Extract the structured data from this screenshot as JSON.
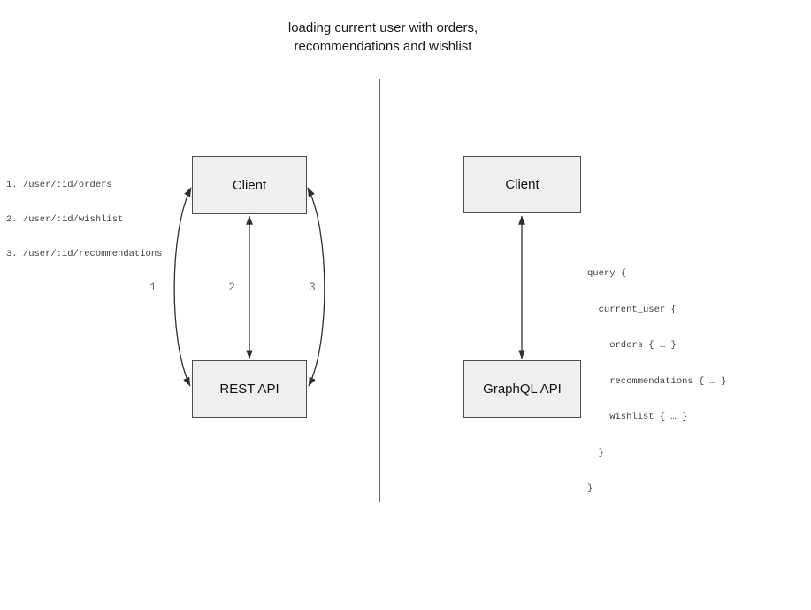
{
  "title": {
    "line1": "loading current user with orders,",
    "line2": "recommendations and wishlist"
  },
  "rest_panel": {
    "client_label": "Client",
    "api_label": "REST API",
    "endpoints": [
      "1. /user/:id/orders",
      "2. /user/:id/wishlist",
      "3. /user/:id/recommendations"
    ],
    "arrow_labels": [
      "1",
      "2",
      "3"
    ]
  },
  "graphql_panel": {
    "client_label": "Client",
    "api_label": "GraphQL API",
    "query_lines": [
      "query {",
      "  current_user {",
      "    orders { … }",
      "    recommendations { … }",
      "    wishlist { … }",
      "  }",
      "}"
    ]
  },
  "colors": {
    "box_fill": "#efefef",
    "box_border": "#4d4d4d",
    "arrow": "#2f2f2f",
    "muted_text": "#707070",
    "code_text": "#3f3f3f",
    "divider": "#666666",
    "title_text": "#1a1a1a"
  }
}
